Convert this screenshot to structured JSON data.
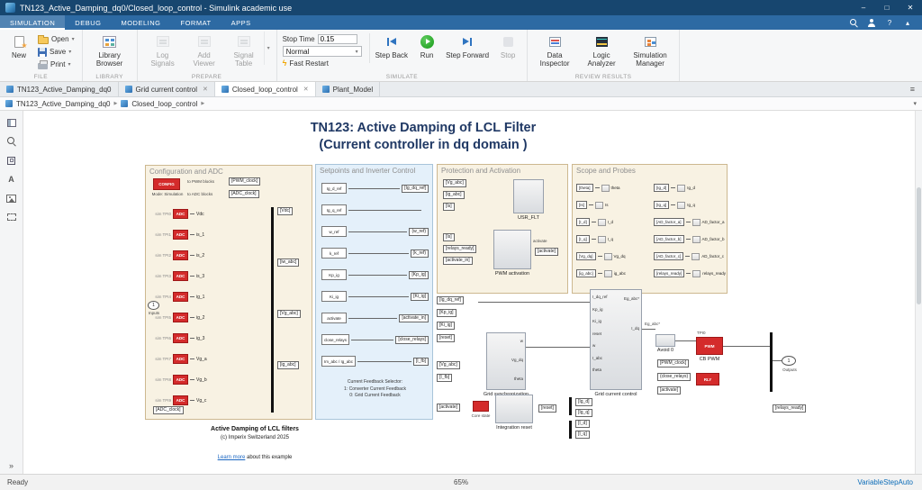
{
  "titlebar": {
    "title": "TN123_Active_Damping_dq0/Closed_loop_control - Simulink academic use"
  },
  "icons": {
    "minimize": "–",
    "maximize": "□",
    "close": "✕",
    "dropdown": "▾",
    "collapse": "▴",
    "help": "?",
    "hamburger": "≡",
    "crumb_sep": "▶",
    "bolt": "ϟ",
    "annotation": "A",
    "expand": "»"
  },
  "ribbon": {
    "tabs": [
      "SIMULATION",
      "DEBUG",
      "MODELING",
      "FORMAT",
      "APPS"
    ],
    "file": {
      "new": "New",
      "open": "Open",
      "save": "Save",
      "print": "Print",
      "section": "FILE"
    },
    "library": {
      "browser": "Library Browser",
      "section": "LIBRARY"
    },
    "prepare": {
      "log": "Log Signals",
      "viewer": "Add Viewer",
      "table": "Signal Table",
      "section": "PREPARE"
    },
    "simulate": {
      "stop_time_label": "Stop Time",
      "stop_time": "0.15",
      "mode": "Normal",
      "fast_restart": "Fast Restart",
      "step_back": "Step Back",
      "run": "Run",
      "step_forward": "Step Forward",
      "stop": "Stop",
      "section": "SIMULATE"
    },
    "review": {
      "inspector": "Data Inspector",
      "analyzer": "Logic Analyzer",
      "manager": "Simulation Manager",
      "section": "REVIEW RESULTS"
    }
  },
  "doc_tabs": {
    "t0": "TN123_Active_Damping_dq0",
    "t1": "Grid current control",
    "t2": "Closed_loop_control",
    "t3": "Plant_Model"
  },
  "breadcrumb": {
    "root": "TN123_Active_Damping_dq0",
    "current": "Closed_loop_control"
  },
  "statusbar": {
    "status": "Ready",
    "zoom": "65%",
    "solver": "VariableStepAuto"
  },
  "diagram": {
    "title1": "TN123: Active Damping of LCL Filter",
    "title2": "(Current controller in dq domain )",
    "config_adc": {
      "title": "Configuration and ADC",
      "config_label": "CONFIG",
      "mode_label": "Mode: Simulation",
      "to_pwm": "to PWM blocks",
      "to_adc": "to ADC blocks",
      "pwm_tag": "[PWM_clock]",
      "adc_tag": "[ADC_clock]",
      "input_num": "1",
      "input_label": "Inputs",
      "rows": [
        {
          "pre": "sim TPI0",
          "block": "ADC",
          "sig": "Vdc"
        },
        {
          "pre": "sim TPI1",
          "block": "ADC",
          "sig": "is_1"
        },
        {
          "pre": "sim TPI2",
          "block": "ADC",
          "sig": "is_2"
        },
        {
          "pre": "sim TPI3",
          "block": "ADC",
          "sig": "is_3"
        },
        {
          "pre": "sim TPI4",
          "block": "ADC",
          "sig": "ig_1"
        },
        {
          "pre": "sim TPI5",
          "block": "ADC",
          "sig": "ig_2"
        },
        {
          "pre": "sim TPI6",
          "block": "ADC",
          "sig": "ig_3"
        },
        {
          "pre": "sim TPI7",
          "block": "ADC",
          "sig": "Vg_a"
        },
        {
          "pre": "sim TPI8",
          "block": "ADC",
          "sig": "Vg_b"
        },
        {
          "pre": "sim TPI9",
          "block": "ADC",
          "sig": "Vg_c"
        }
      ],
      "out_tags": [
        "[Vdc]",
        "[iw_abc]",
        "[Vg_abc]",
        "[ig_abc]"
      ],
      "bottom_tag": "[ADC_clock]"
    },
    "setpoints": {
      "title": "Setpoints and Inverter Control",
      "rows": [
        {
          "name": "Ig_d_ref",
          "tag": "[Ig_dq_ref]"
        },
        {
          "name": "Ig_q_ref",
          "tag": ""
        },
        {
          "name": "w_ref",
          "tag": "(w_ref)"
        },
        {
          "name": "k_ref",
          "tag": "(k_ref)"
        },
        {
          "name": "Kp_ig",
          "tag": "[Kp_ig]"
        },
        {
          "name": "Ki_ig",
          "tag": "[Ki_ig]"
        },
        {
          "name": "activate",
          "tag": "[activate_in]"
        },
        {
          "name": "close_relays",
          "tag": "[close_relays]"
        },
        {
          "name": "Im_abc / Ig_abc",
          "tag": "[I_fb]"
        }
      ],
      "note1": "Current Feedback Selector:",
      "note2": "1: Converter Current Feedback",
      "note3": "0: Grid Current Feedback"
    },
    "protection": {
      "title": "Protection and Activation",
      "top_tags": [
        "[Vg_abc]",
        "[ig_abc]",
        "[Is]"
      ],
      "usr_flt": "USR_FLT",
      "pwm_tags": [
        "[Is]",
        "[relays_ready]",
        "[activate_in]"
      ],
      "pwm_block": "PWM activation",
      "out_label": "activate",
      "out_tag": "[activate]"
    },
    "scopes": {
      "title": "Scope and Probes",
      "left_rows": [
        {
          "tag": "[theta]",
          "name": "theta"
        },
        {
          "tag": "[Is]",
          "name": "Is"
        },
        {
          "tag": "[I_d]",
          "name": "I_d"
        },
        {
          "tag": "[I_q]",
          "name": "I_q"
        },
        {
          "tag": "[Vg_dq]",
          "name": "Vg_dq"
        },
        {
          "tag": "[ig_abc]",
          "name": "ig_abc"
        }
      ],
      "right_rows": [
        {
          "tag": "[Ig_d]",
          "name": "Ig_d"
        },
        {
          "tag": "[Ig_q]",
          "name": "Ig_q"
        },
        {
          "tag": "[AD_factor_a]",
          "name": "AD_factor_a"
        },
        {
          "tag": "[AD_factor_b]",
          "name": "AD_factor_b"
        },
        {
          "tag": "[AD_factor_c]",
          "name": "AD_factor_c"
        },
        {
          "tag": "[relays_ready]",
          "name": "relays_ready"
        }
      ]
    },
    "center": {
      "ref_tags": [
        "[Ig_dq_ref]",
        "[Kp_ig]",
        "[Ki_ig]",
        "[reset]"
      ],
      "sync_tags": [
        "[Vg_abc]",
        "[I_fb]"
      ],
      "sync_ports": [
        "w",
        "Vg_dq",
        "theta"
      ],
      "sync_label": "Grid synchronization",
      "gcc_inputs": [
        "I_dq_ref",
        "Kp_ig",
        "Ki_ig",
        "reset",
        "w",
        "I_abc",
        "theta"
      ],
      "gcc_outputs": [
        "Eg_abc*",
        "I_dq"
      ],
      "gcc_label": "Grid current control",
      "wire_label": "Eg_abc*",
      "avoid_label": "Avoid 0",
      "pwm_from_tags": [
        "[PWM_clock]",
        "(close_relays)",
        "[activate]"
      ],
      "tpi_caption": "TPI0",
      "pwm_block": "PWM",
      "pwm_caption": "CB PWM",
      "rly_block": "RLY",
      "out_num": "1",
      "out_label": "Outputs",
      "relays_tag": "[relays_ready]",
      "bottom_tags": [
        "[Ig_d]",
        "[Ig_q]",
        "[I_d]",
        "[I_q]"
      ],
      "int_from_tag": "[activate]",
      "core_caption": "Core state",
      "int_label": "Integration reset",
      "reset_tag": "[reset]"
    },
    "annotations": {
      "line1": "Active Damping of LCL filters",
      "line2": "(c) Imperix Switzerland 2025",
      "learn": "Learn more",
      "learn_rest": " about this example"
    }
  }
}
